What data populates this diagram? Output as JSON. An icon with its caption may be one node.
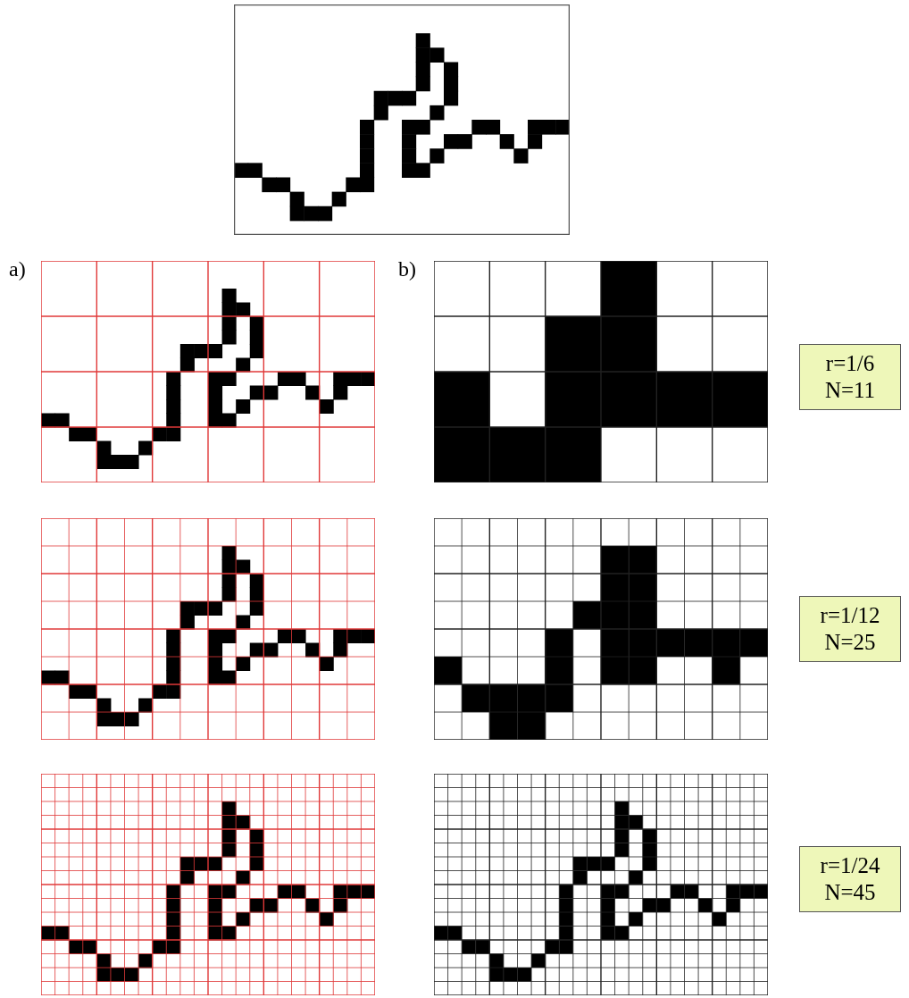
{
  "diagram": {
    "nodes": [
      {
        "text": [
          "r=1/6",
          "N=11"
        ]
      },
      {
        "text": [
          "r=1/12",
          "N=25"
        ]
      },
      {
        "text": [
          "r=1/24",
          "N=45"
        ]
      }
    ],
    "labels": [
      "a)",
      "b)"
    ]
  }
}
